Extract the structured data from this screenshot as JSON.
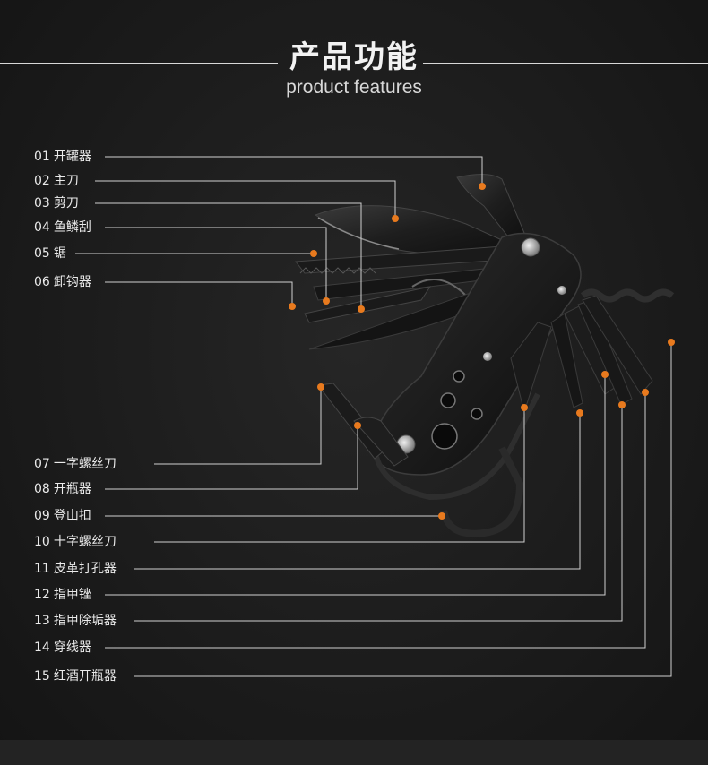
{
  "header": {
    "title": "产品功能",
    "subtitle": "product features"
  },
  "features": [
    {
      "num": "01",
      "label": "开罐器"
    },
    {
      "num": "02",
      "label": "主刀"
    },
    {
      "num": "03",
      "label": "剪刀"
    },
    {
      "num": "04",
      "label": "鱼鳞刮"
    },
    {
      "num": "05",
      "label": "锯"
    },
    {
      "num": "06",
      "label": "卸钩器"
    },
    {
      "num": "07",
      "label": "一字螺丝刀"
    },
    {
      "num": "08",
      "label": "开瓶器"
    },
    {
      "num": "09",
      "label": "登山扣"
    },
    {
      "num": "10",
      "label": "十字螺丝刀"
    },
    {
      "num": "11",
      "label": "皮革打孔器"
    },
    {
      "num": "12",
      "label": "指甲锉"
    },
    {
      "num": "13",
      "label": "指甲除垢器"
    },
    {
      "num": "14",
      "label": "穿线器"
    },
    {
      "num": "15",
      "label": "红酒开瓶器"
    }
  ],
  "colors": {
    "accent_dot": "#e87a1e",
    "leader_line": "#d0d0d0",
    "background": "#1b1b1b"
  }
}
